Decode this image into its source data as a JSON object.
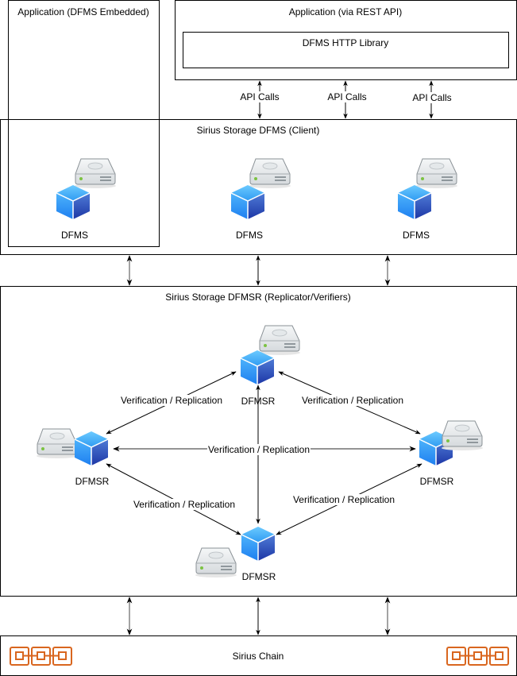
{
  "containers": {
    "app_embedded": {
      "title": "Application (DFMS Embedded)"
    },
    "app_rest": {
      "title": "Application (via REST API)",
      "library": "DFMS HTTP Library"
    },
    "client": {
      "title": "Sirius Storage DFMS (Client)",
      "nodes": [
        "DFMS",
        "DFMS",
        "DFMS"
      ]
    },
    "replicator": {
      "title": "Sirius Storage DFMSR (Replicator/Verifiers)",
      "nodes": [
        "DFMSR",
        "DFMSR",
        "DFMSR",
        "DFMSR"
      ]
    },
    "chain": {
      "title": "Sirius Chain"
    }
  },
  "edges": {
    "api_calls": [
      "API Calls",
      "API Calls",
      "API Calls"
    ],
    "replication": [
      "Verification / Replication",
      "Verification / Replication",
      "Verification / Replication",
      "Verification / Replication",
      "Verification / Replication"
    ]
  },
  "icons": {
    "node": "storage-drive-icon",
    "process": "blue-cube-icon",
    "chain": "blockchain-links-icon"
  },
  "colors": {
    "border": "#000000",
    "chain_icon": "#d9661f",
    "cube_top": "#49b4f7",
    "cube_left": "#2f8ef0",
    "cube_right": "#2a4fbf",
    "drive_body": "#eef1f3",
    "drive_led": "#7cc242"
  }
}
